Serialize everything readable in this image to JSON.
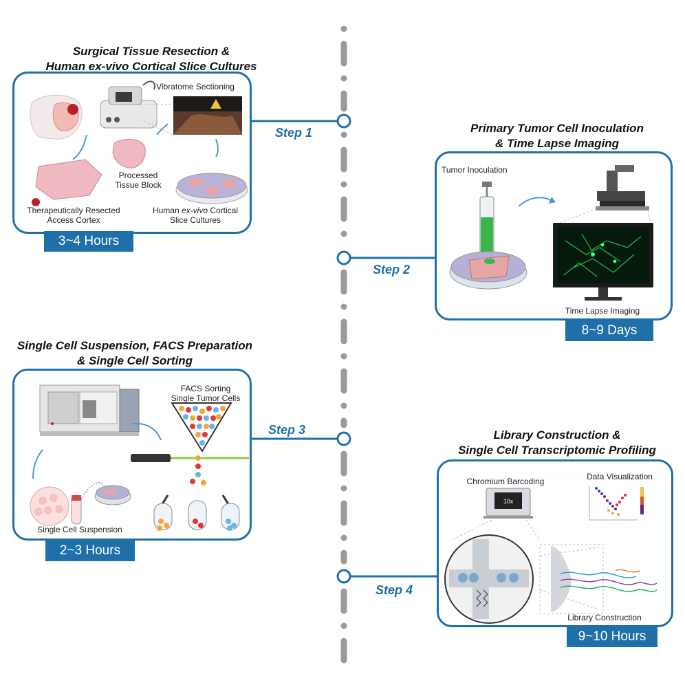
{
  "colors": {
    "accent": "#1f6fa8",
    "timeline": "#9a9a9a"
  },
  "steps": [
    {
      "label": "Step 1"
    },
    {
      "label": "Step 2"
    },
    {
      "label": "Step 3"
    },
    {
      "label": "Step 4"
    }
  ],
  "panel1": {
    "title_line1": "Surgical Tissue Resection &",
    "title_line2": "Human ex-vivo Cortical Slice Cultures",
    "vibratome": "Vibratome Sectioning",
    "processed_line1": "Processed",
    "processed_line2": "Tissue Block",
    "resected_line1": "Therapeutically Resected",
    "resected_line2": "Access Cortex",
    "cultures_pre": "Human ",
    "cultures_italic": "ex-vivo",
    "cultures_post": " Cortical",
    "cultures_line2": "Slice Cultures",
    "duration": "3~4 Hours"
  },
  "panel2": {
    "title_line1": "Primary Tumor Cell Inoculation",
    "title_line2": "& Time Lapse Imaging",
    "inoculation": "Tumor Inoculation",
    "imaging": "Time Lapse Imaging",
    "duration": "8~9 Days"
  },
  "panel3": {
    "title_line1": "Single Cell Suspension, FACS Preparation",
    "title_line2": "& Single Cell Sorting",
    "facs_line1": "FACS Sorting",
    "facs_line2": "Single Tumor Cells",
    "suspension": "Single Cell Suspension",
    "duration": "2~3 Hours"
  },
  "panel4": {
    "title_line1": "Library Construction &",
    "title_line2": "Single Cell Transcriptomic Profiling",
    "chromium": "Chromium Barcoding",
    "dataviz": "Data Visualization",
    "library": "Library Construction",
    "duration": "9~10 Hours",
    "device_label": "10x"
  }
}
